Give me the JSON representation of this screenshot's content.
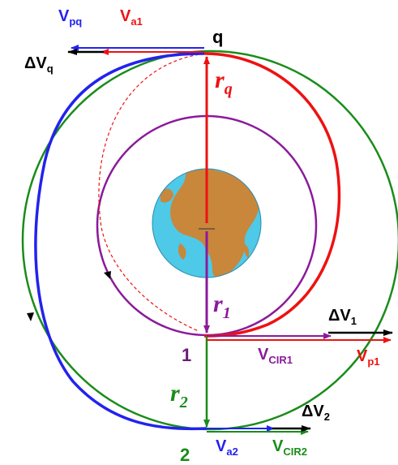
{
  "labels": {
    "q": "q",
    "r_q_main": "r",
    "r_q_sub": "q",
    "r_1_main": "r",
    "r_1_sub": "1",
    "r_2_main": "r",
    "r_2_sub": "2",
    "point_1": "1",
    "point_2": "2",
    "v_pq_main": "V",
    "v_pq_sub": "pq",
    "v_a1_main": "V",
    "v_a1_sub": "a1",
    "dv_q_main": "ΔV",
    "dv_q_sub": "q",
    "dv_1_main": "ΔV",
    "dv_1_sub": "1",
    "v_cir1_main": "V",
    "v_cir1_sub": "CIR1",
    "v_p1_main": "V",
    "v_p1_sub": "p1",
    "dv_2_main": "ΔV",
    "dv_2_sub": "2",
    "v_a2_main": "V",
    "v_a2_sub": "a2",
    "v_cir2_main": "V",
    "v_cir2_sub": "CIR2"
  },
  "colors": {
    "outer_orbit": "#1a8c1a",
    "inner_orbit": "#8b1a9b",
    "transfer_1": "#ee1111",
    "transfer_2": "#2222ee",
    "black_vector": "#000000",
    "ocean": "#4ec9e8",
    "land": "#c8873a"
  }
}
